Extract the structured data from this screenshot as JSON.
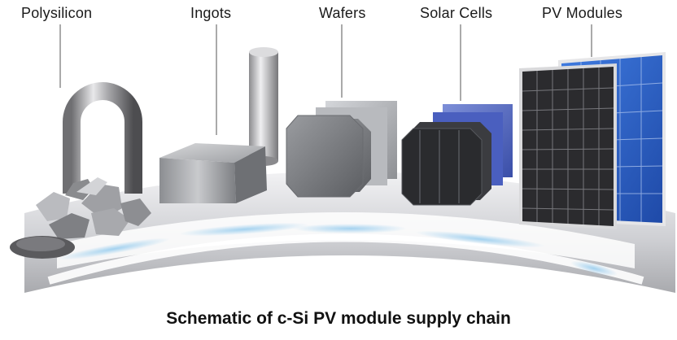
{
  "stages": [
    {
      "label": "Polysilicon",
      "icon": "polysilicon-rod-and-chunks-icon"
    },
    {
      "label": "Ingots",
      "icon": "ingot-block-and-cylinder-icon"
    },
    {
      "label": "Wafers",
      "icon": "wafer-stack-icon"
    },
    {
      "label": "Solar Cells",
      "icon": "solar-cell-stack-icon"
    },
    {
      "label": "PV Modules",
      "icon": "pv-module-panels-icon"
    }
  ],
  "caption": "Schematic of c-Si PV module supply chain",
  "colors": {
    "platform": "#dcdde0",
    "glow": "#a9d4ee",
    "module_blue": "#2e5fc4",
    "module_dark": "#2b2b2e",
    "text": "#1a1a1a"
  }
}
